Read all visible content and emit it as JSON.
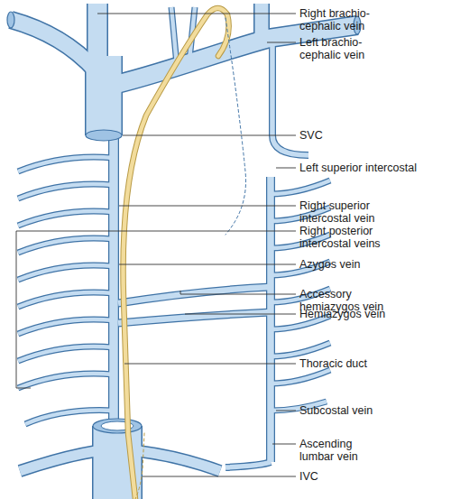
{
  "diagram": {
    "labels": [
      "Right brachio-cephalic vein",
      "Left brachio-cephalic vein",
      "SVC",
      "Left superior intercostal",
      "Right superior intercostal vein",
      "Right posterior intercostal veins",
      "Azygos vein",
      "Accessory hemiazygos vein",
      "Hemiazygos vein",
      "Thoracic duct",
      "Subcostal vein",
      "Ascending lumbar vein",
      "IVC"
    ]
  }
}
